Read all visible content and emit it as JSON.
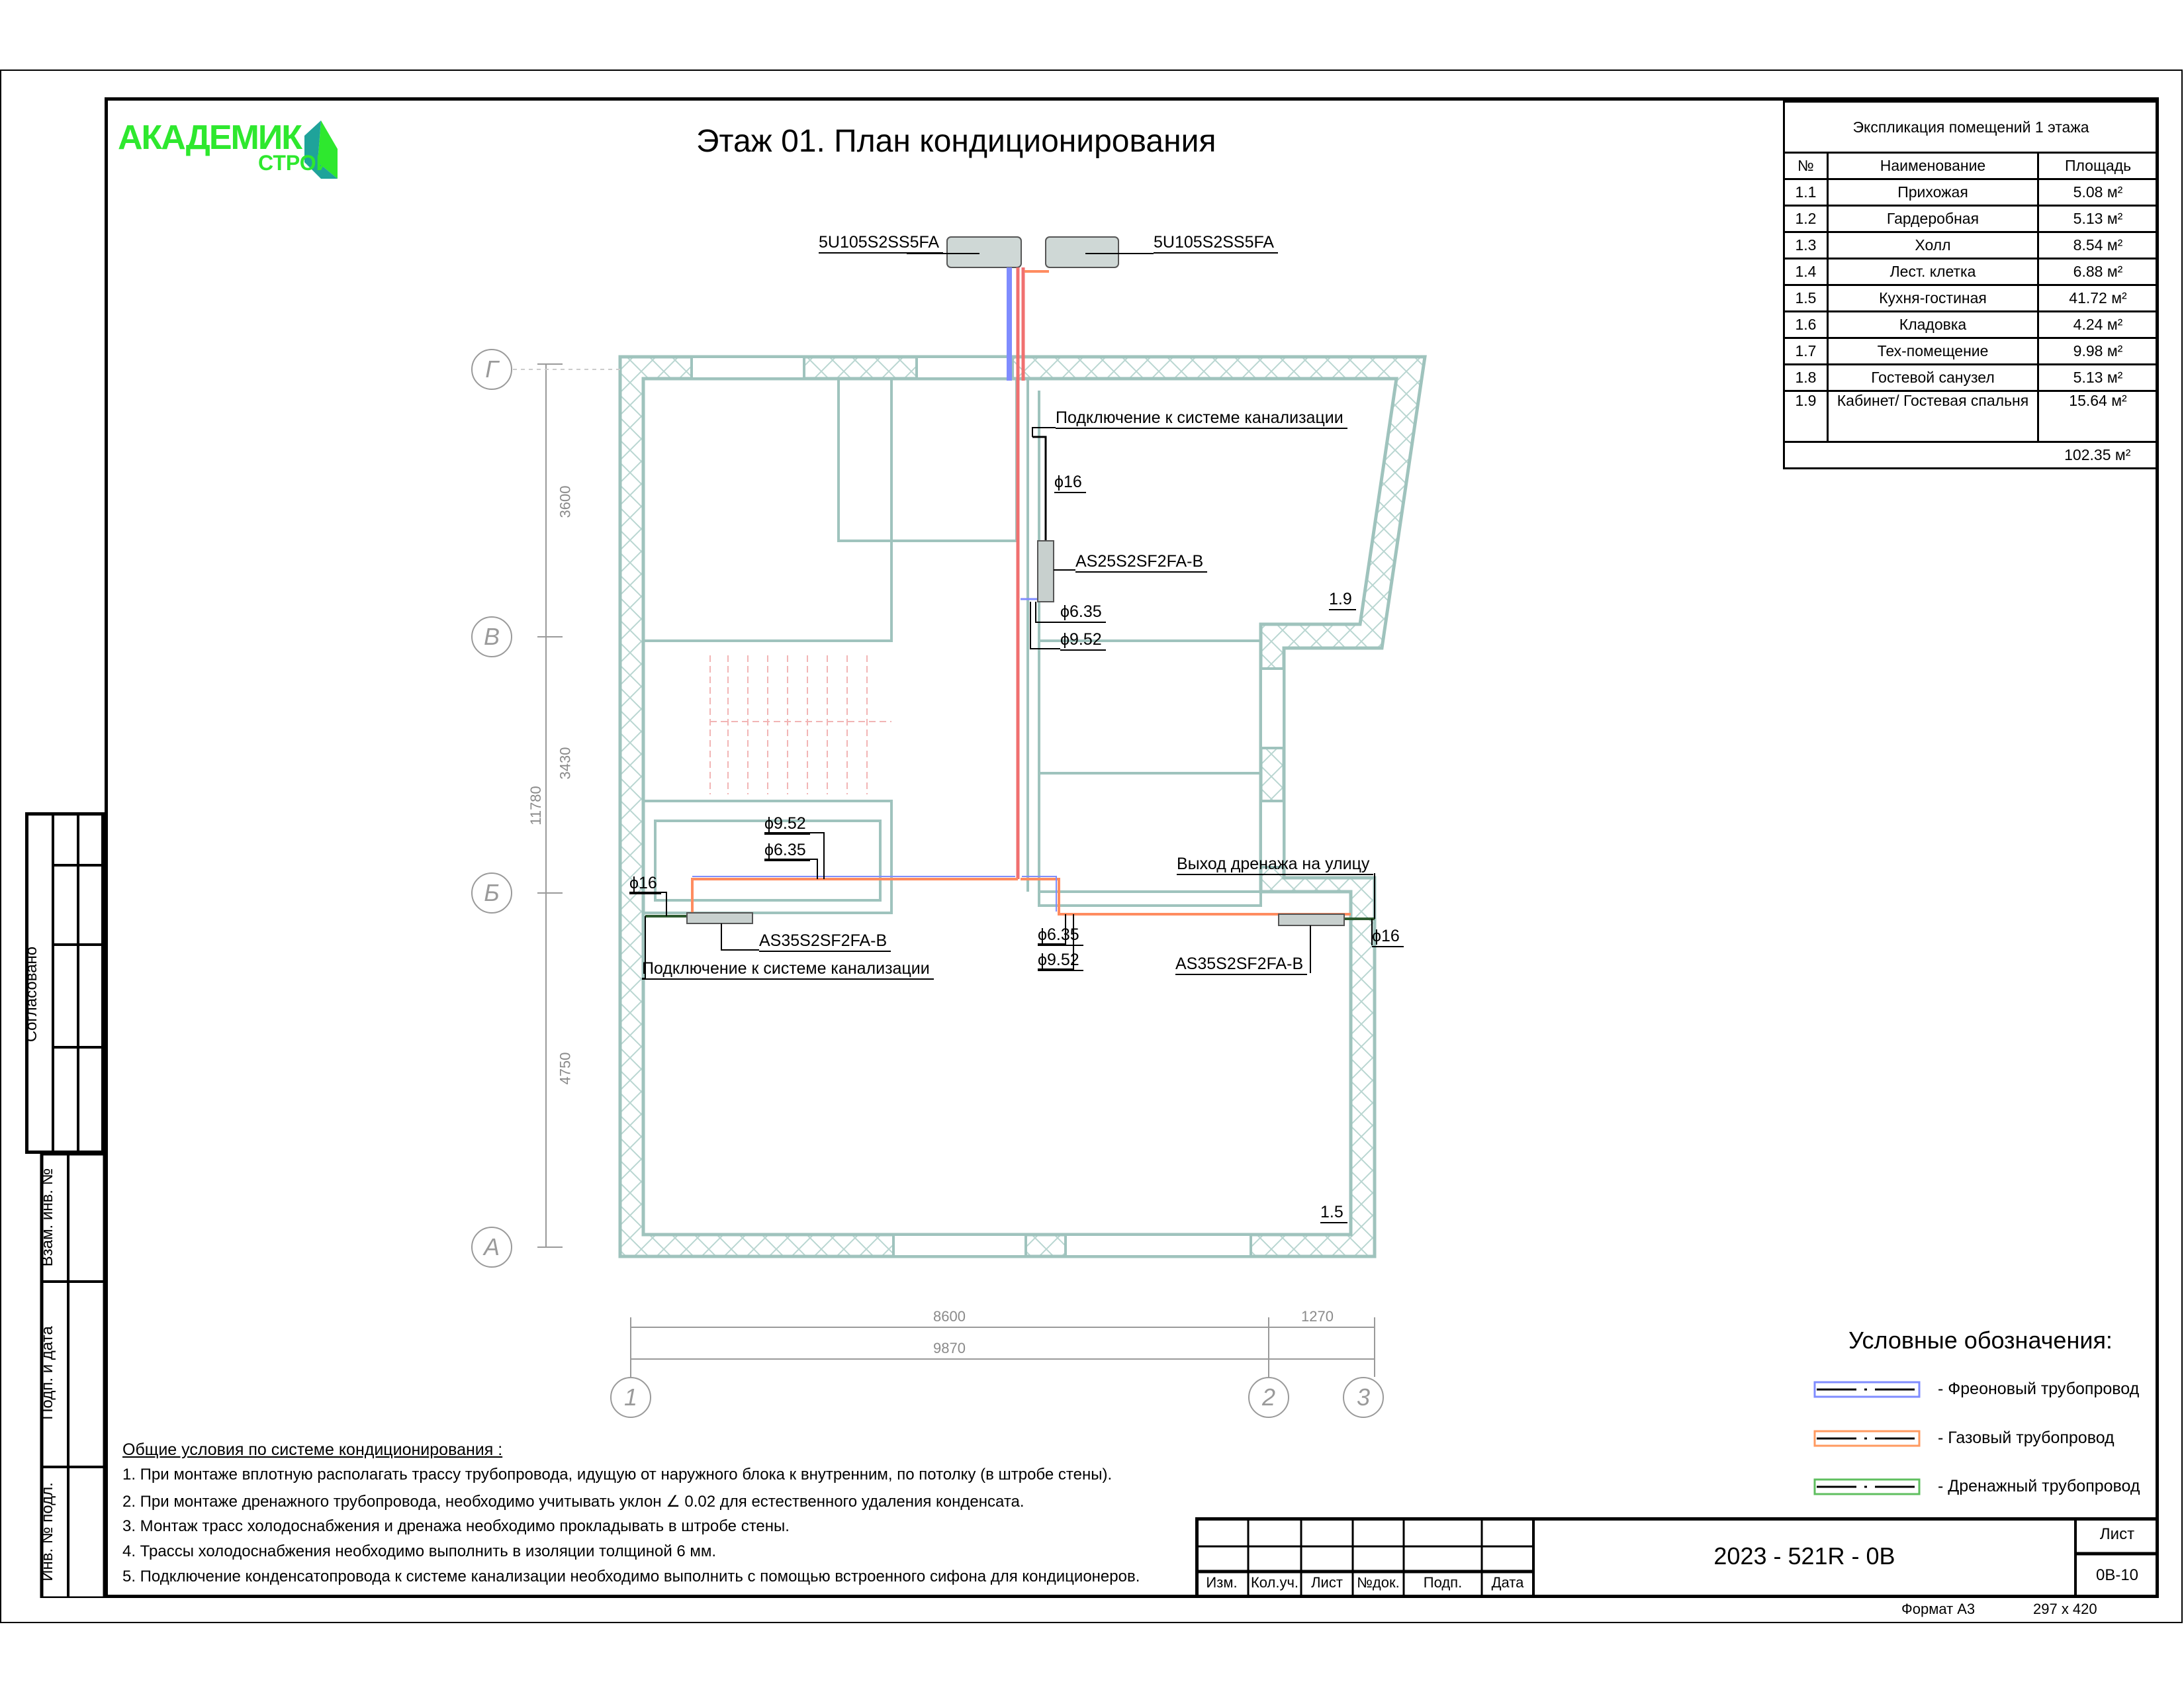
{
  "title": "Этаж 01. План кондиционирования",
  "logo": {
    "main": "АКАДЕМИК",
    "sub": "СТРОЙ",
    "color": "#2ee82e",
    "accent": "#1fa39a"
  },
  "explication": {
    "title": "Экспликация помещений 1 этажа",
    "headers": [
      "№",
      "Наименование",
      "Площадь"
    ],
    "rows": [
      {
        "no": "1.1",
        "name": "Прихожая",
        "area": "5.08 м²"
      },
      {
        "no": "1.2",
        "name": "Гардеробная",
        "area": "5.13 м²"
      },
      {
        "no": "1.3",
        "name": "Холл",
        "area": "8.54 м²"
      },
      {
        "no": "1.4",
        "name": "Лест. клетка",
        "area": "6.88 м²"
      },
      {
        "no": "1.5",
        "name": "Кухня-гостиная",
        "area": "41.72 м²"
      },
      {
        "no": "1.6",
        "name": "Кладовка",
        "area": "4.24 м²"
      },
      {
        "no": "1.7",
        "name": "Тех-помещение",
        "area": "9.98 м²"
      },
      {
        "no": "1.8",
        "name": "Гостевой санузел",
        "area": "5.13 м²"
      },
      {
        "no": "1.9",
        "name": "Кабинет/ Гостевая спальня",
        "area": "15.64 м²"
      }
    ],
    "total": "102.35 м²"
  },
  "plan": {
    "outdoor_units": [
      "5U105S2SS5FA",
      "5U105S2SS5FA"
    ],
    "labels": {
      "sewer_top": "Подключение к системе канализации",
      "d16_top": "ϕ16",
      "unit_top": "AS25S2SF2FA-B",
      "d635_top": "ϕ6.35",
      "d952_top": "ϕ9.52",
      "room_19": "1.9",
      "d952_left": "ϕ9.52",
      "d635_left": "ϕ6.35",
      "d16_left": "ϕ16",
      "unit_left": "AS35S2SF2FA-B",
      "sewer_left": "Подключение к системе канализации",
      "d635_mid": "ϕ6.35",
      "d952_mid": "ϕ9.52",
      "drain_out": "Выход дренажа на улицу",
      "d16_right": "ϕ16",
      "unit_right": "AS35S2SF2FA-B",
      "room_15": "1.5"
    },
    "colors": {
      "wall": "#9fc3bd",
      "freon": "#7f8cff",
      "gas": "#ff8c60",
      "drain": "#5fbf5f",
      "pipe_red": "#f07070"
    }
  },
  "axes": {
    "rows": [
      "Г",
      "В",
      "Б",
      "А"
    ],
    "cols": [
      "1",
      "2",
      "3"
    ]
  },
  "dimensions": {
    "v_total": "11780",
    "v1": "3600",
    "v2": "3430",
    "v3": "4750",
    "h1": "8600",
    "h2": "1270",
    "h_total": "9870"
  },
  "legend": {
    "title": "Условные обозначения:",
    "items": [
      {
        "label": "- Фреоновый трубопровод",
        "color": "#7f8cff"
      },
      {
        "label": "- Газовый трубопровод",
        "color": "#ff9a60"
      },
      {
        "label": "- Дренажный трубопровод",
        "color": "#5fbf5f"
      }
    ]
  },
  "notes": {
    "heading": "Общие условия по системе кондиционирования :",
    "items": [
      "1. При монтаже вплотную располагать трассу трубопровода, идущую от наружного блока к внутренним, по потолку (в штробе стены).",
      "2. При монтаже дренажного трубопровода, необходимо учитывать уклон ∠ 0.02 для естественного удаления конденсата.",
      "3. Монтаж трасс холодоснабжения и дренажа необходимо прокладывать в штробе стены.",
      "4. Трассы холодоснабжения необходимо выполнить в изоляции толщиной 6 мм.",
      "5. Подключение конденсатопровода к системе канализации необходимо выполнить с помощью встроенного сифона для кондиционеров."
    ]
  },
  "title_block": {
    "headers": [
      "Изм.",
      "Кол.уч.",
      "Лист",
      "№док.",
      "Подп.",
      "Дата"
    ],
    "code": "2023 - 521R - 0B",
    "sheet_label": "Лист",
    "sheet_value": "0В-10",
    "format_label": "Формат А3",
    "format_size": "297 x 420"
  },
  "side_stamp": {
    "agreed": "Согласовано",
    "replace_inv": "Взам. инв. №",
    "sign_date": "Подп. и дата",
    "inv_orig": "Инв. № подл."
  }
}
